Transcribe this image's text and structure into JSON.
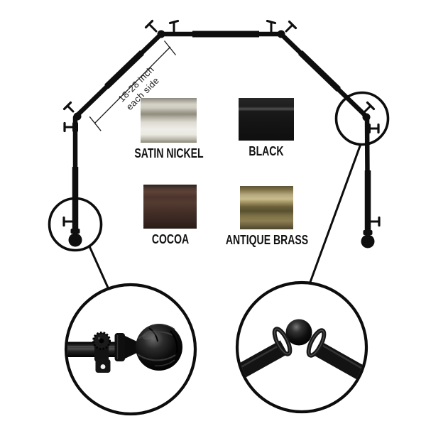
{
  "annotation": {
    "line1": "18-28 inch",
    "line2": "each side"
  },
  "finishes": [
    {
      "name": "SATIN NICKEL",
      "stops": [
        {
          "c": "#8b887e",
          "p": 0
        },
        {
          "c": "#aaa79c",
          "p": 6
        },
        {
          "c": "#d5d2c8",
          "p": 14
        },
        {
          "c": "#cfccc1",
          "p": 22
        },
        {
          "c": "#a8a496",
          "p": 30
        },
        {
          "c": "#908c7d",
          "p": 36
        },
        {
          "c": "#b5b1a4",
          "p": 44
        },
        {
          "c": "#dcdad1",
          "p": 54
        },
        {
          "c": "#eeede7",
          "p": 70
        },
        {
          "c": "#e9e8e1",
          "p": 82
        },
        {
          "c": "#bdbaae",
          "p": 92
        },
        {
          "c": "#8b8879",
          "p": 100
        }
      ]
    },
    {
      "name": "BLACK",
      "stops": [
        {
          "c": "#262626",
          "p": 0
        },
        {
          "c": "#1e1e1e",
          "p": 20
        },
        {
          "c": "#515151",
          "p": 26
        },
        {
          "c": "#1a1a1a",
          "p": 31
        },
        {
          "c": "#141414",
          "p": 60
        },
        {
          "c": "#0f0f0f",
          "p": 100
        }
      ]
    },
    {
      "name": "COCOA",
      "stops": [
        {
          "c": "#2c1f1b",
          "p": 0
        },
        {
          "c": "#4f3830",
          "p": 8
        },
        {
          "c": "#5d4238",
          "p": 16
        },
        {
          "c": "#4d352d",
          "p": 28
        },
        {
          "c": "#543b32",
          "p": 42
        },
        {
          "c": "#49322a",
          "p": 55
        },
        {
          "c": "#3f2b24",
          "p": 70
        },
        {
          "c": "#352420",
          "p": 85
        },
        {
          "c": "#291c17",
          "p": 100
        }
      ]
    },
    {
      "name": "ANTIQUE BRASS",
      "stops": [
        {
          "c": "#5e5436",
          "p": 0
        },
        {
          "c": "#7b6e46",
          "p": 8
        },
        {
          "c": "#b6a87c",
          "p": 20
        },
        {
          "c": "#c9bc8e",
          "p": 30
        },
        {
          "c": "#a1925f",
          "p": 38
        },
        {
          "c": "#6a5f3a",
          "p": 48
        },
        {
          "c": "#585031",
          "p": 58
        },
        {
          "c": "#7b6f45",
          "p": 68
        },
        {
          "c": "#8d7f52",
          "p": 80
        },
        {
          "c": "#6f6340",
          "p": 90
        },
        {
          "c": "#4c4429",
          "p": 100
        }
      ]
    }
  ],
  "colors": {
    "rod": "#0e0e0e",
    "background": "#ffffff",
    "label_text": "#121212"
  }
}
